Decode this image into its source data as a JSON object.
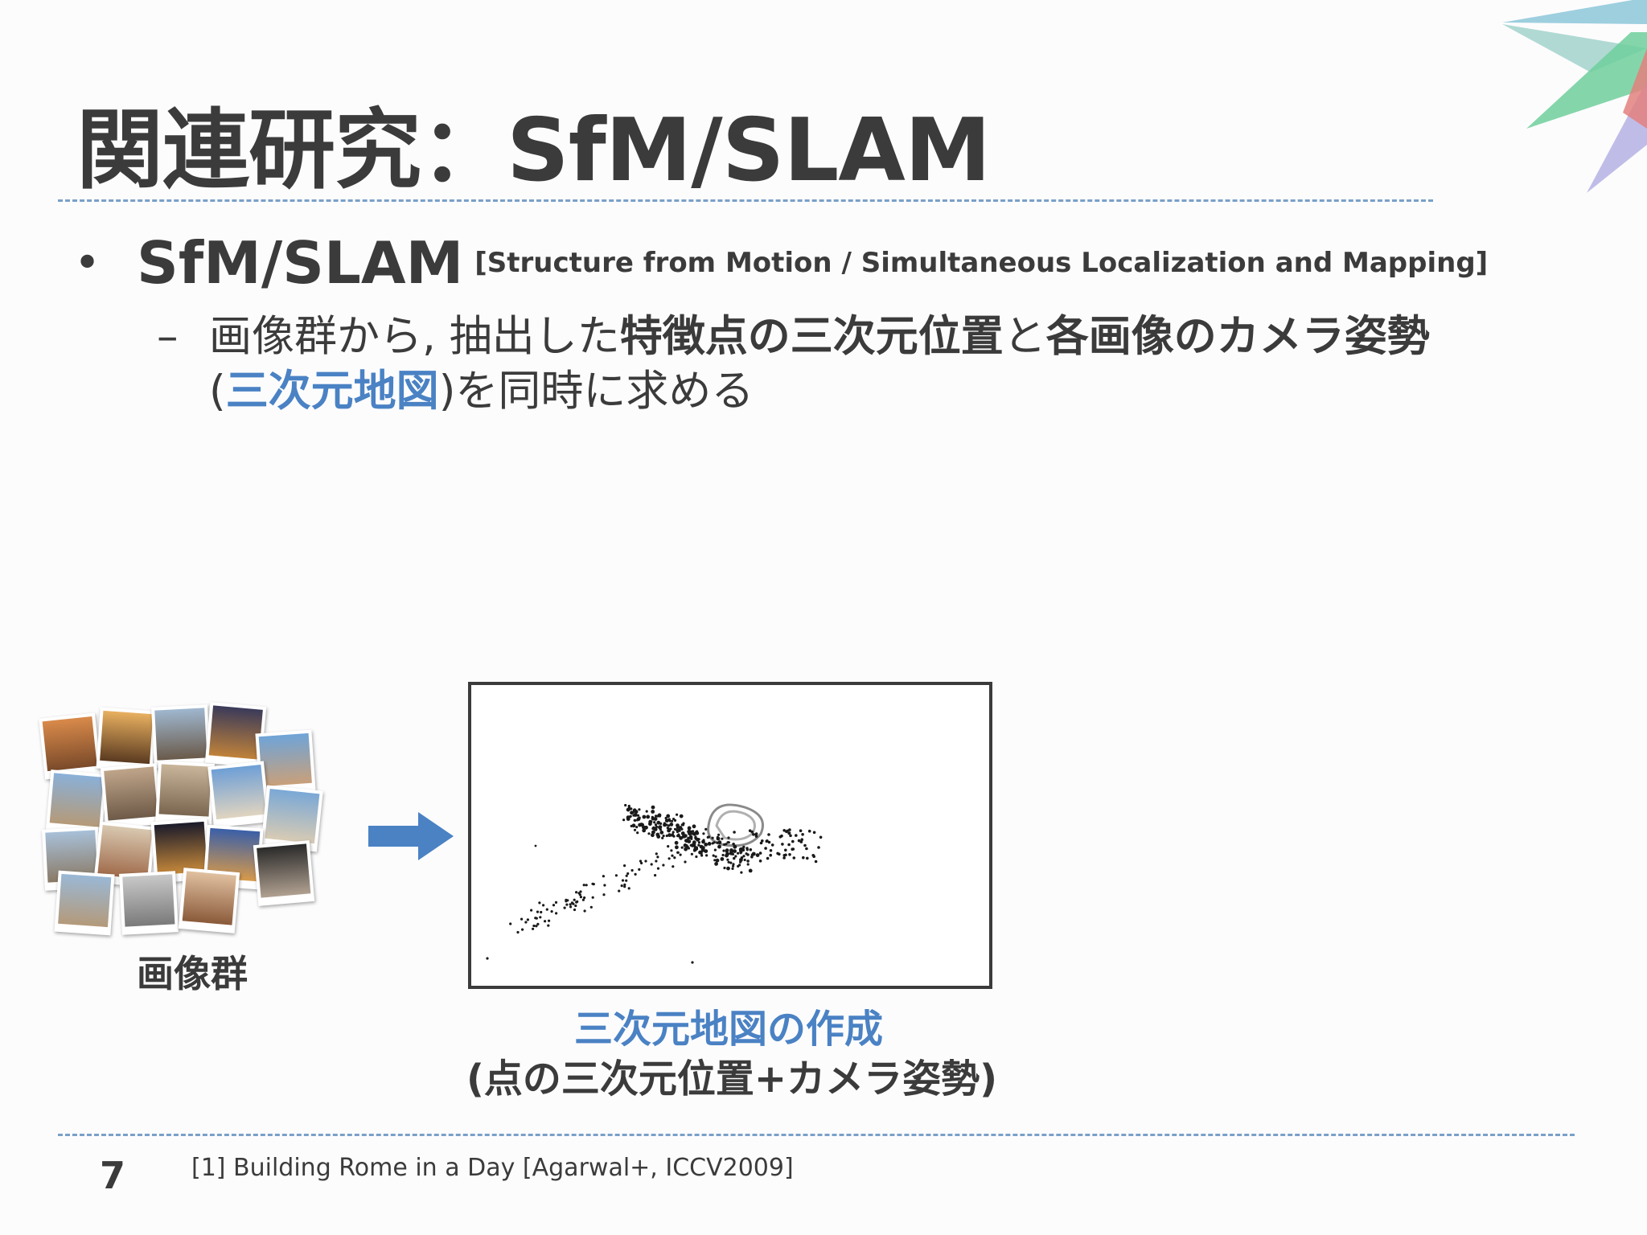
{
  "title": "関連研究：SfM/SLAM",
  "bullet": {
    "symbol": "•",
    "main": "SfM/SLAM",
    "sub": "[Structure from Motion / Simultaneous Localization and Mapping]"
  },
  "subpoint": {
    "dash": "–",
    "part1": "画像群から, 抽出した",
    "part2_bold": "特徴点の三次元位置",
    "part3": "と",
    "part4_bold": "各画像のカメラ姿勢",
    "line2_open": "(",
    "line2_blue": "三次元地図",
    "line2_rest": ")を同時に求める"
  },
  "figure": {
    "images_label": "画像群",
    "caption_line1": "三次元地図の作成",
    "caption_line2": "(点の三次元位置+カメラ姿勢)"
  },
  "footer": {
    "page_number": "7",
    "reference": "[1] Building Rome in a Day [Agarwal+, ICCV2009]"
  },
  "colors": {
    "accent_blue": "#4a82c4",
    "text_dark": "#3b3b3b",
    "rule_dashed": "#7aa0c8"
  },
  "icons": {
    "arrow": "right-arrow-icon"
  }
}
